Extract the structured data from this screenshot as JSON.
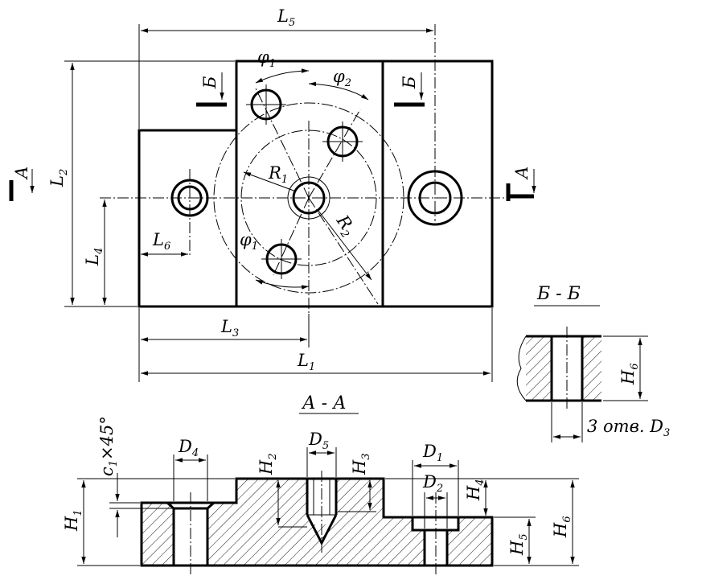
{
  "labels": {
    "L5": "L",
    "L5_sub": "5",
    "L2": "L",
    "L2_sub": "2",
    "L4": "L",
    "L4_sub": "4",
    "L6": "L",
    "L6_sub": "6",
    "L3": "L",
    "L3_sub": "3",
    "L1": "L",
    "L1_sub": "1",
    "phi1_top": "φ",
    "phi1_top_sub": "1",
    "phi2": "φ",
    "phi2_sub": "2",
    "phi1_bottom": "φ",
    "phi1_bottom_sub": "1",
    "R1": "R",
    "R1_sub": "1",
    "R2": "R",
    "R2_sub": "2",
    "sectionA_left": "A",
    "sectionA_right": "A",
    "sectionB_left": "Б",
    "sectionB_right": "Б",
    "sectionBB_title": "Б - Б",
    "sectionAA_title": "А - А",
    "H6_bb": "H",
    "H6_bb_sub": "6",
    "holes_note": "3 отв. D",
    "holes_note_sub": "3",
    "chamfer": "c",
    "chamfer_sub": "1",
    "chamfer_rest": "×45°",
    "D4": "D",
    "D4_sub": "4",
    "H2": "H",
    "H2_sub": "2",
    "D5": "D",
    "D5_sub": "5",
    "H3": "H",
    "H3_sub": "3",
    "D1": "D",
    "D1_sub": "1",
    "D2": "D",
    "D2_sub": "2",
    "H4": "H",
    "H4_sub": "4",
    "H1": "H",
    "H1_sub": "1",
    "H5": "H",
    "H5_sub": "5",
    "H6_aa": "H",
    "H6_aa_sub": "6"
  }
}
